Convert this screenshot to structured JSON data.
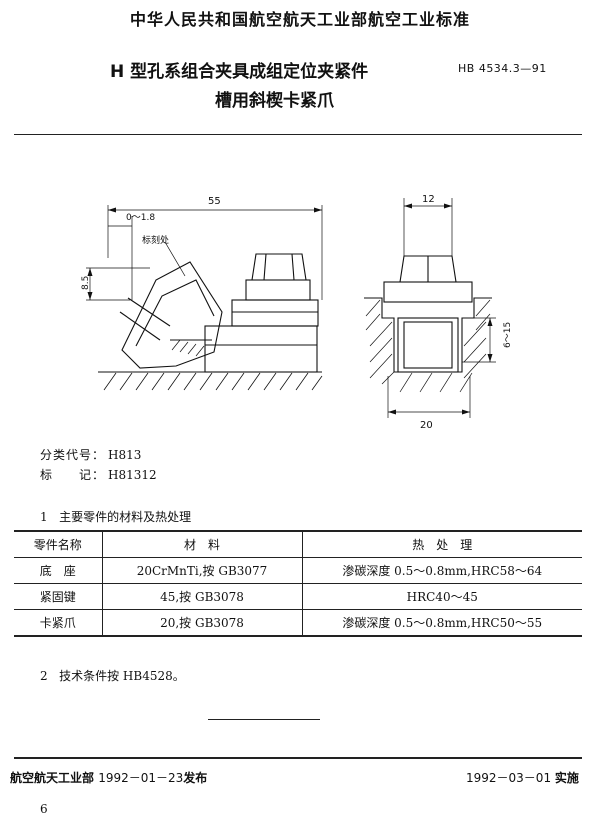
{
  "header": {
    "organization_standard": "中华人民共和国航空航天工业部航空工业标准"
  },
  "title": {
    "line1": "H 型孔系组合夹具成组定位夹紧件",
    "line2": "槽用斜楔卡紧爪",
    "standard_number": "HB 4534.3—91"
  },
  "drawing": {
    "dims": {
      "overall_length": "55",
      "gap": "0～1.8",
      "height": "8.5",
      "marking_note": "标刻处",
      "head_width": "12",
      "slot_range": "6～15",
      "base_width": "20"
    }
  },
  "classification": {
    "code_label": "分类代号：",
    "code_value": "H813",
    "mark_label": "标　　记：",
    "mark_value": "H81312"
  },
  "section1": {
    "num": "1",
    "title": "主要零件的材料及热处理"
  },
  "materials_table": {
    "headers": [
      "零件名称",
      "材　料",
      "热　处　理"
    ],
    "rows": [
      [
        "底　座",
        "20CrMnTi,按 GB3077",
        "渗碳深度 0.5～0.8mm,HRC58～64"
      ],
      [
        "紧固键",
        "45,按 GB3078",
        "HRC40～45"
      ],
      [
        "卡紧爪",
        "20,按 GB3078",
        "渗碳深度 0.5～0.8mm,HRC50～55"
      ]
    ]
  },
  "section2": {
    "num": "2",
    "text": "技术条件按 HB4528。"
  },
  "footer": {
    "issuer": "航空航天工业部",
    "issue_date": "1992－01－23",
    "issue_label": "发布",
    "effective_date": "1992－03－01",
    "effective_label": "实施"
  },
  "page_number": "6"
}
